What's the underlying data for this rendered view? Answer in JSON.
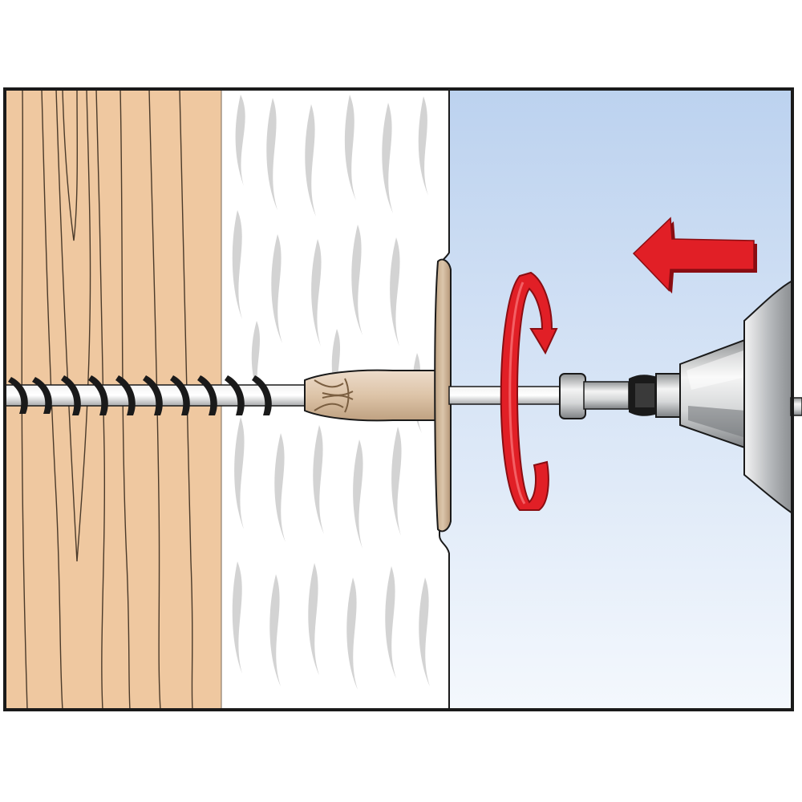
{
  "diagram": {
    "layers": [
      {
        "name": "wood-substrate",
        "color": "#efc8a0"
      },
      {
        "name": "insulation-layer",
        "color": "#ffffff"
      },
      {
        "name": "open-space",
        "color": "#c9d9f0"
      }
    ],
    "colors": {
      "wood": "#efc8a0",
      "wood_grain": "#4a3a2a",
      "insulation_fleck": "#d3d3d3",
      "sky_top": "#bcd2ef",
      "sky_bottom": "#f4f8fd",
      "arrow": "#e11f26",
      "arrow_shadow": "#8a0d12",
      "plug": "#ddc2a6",
      "plate": "#cdb295",
      "steel": "#c8cacc",
      "outline": "#1a1a1a"
    },
    "icons": [
      "push-arrow-icon",
      "rotation-arrow-icon"
    ],
    "motions": [
      "insert-left",
      "rotate-clockwise"
    ]
  }
}
